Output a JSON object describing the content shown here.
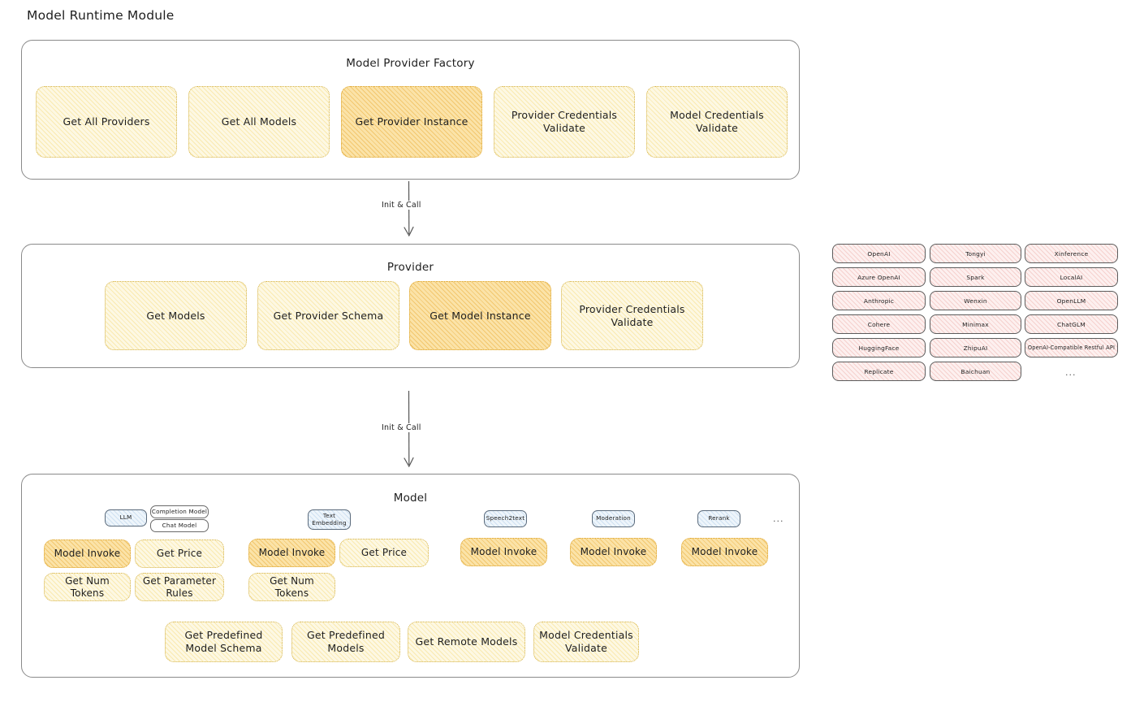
{
  "page": {
    "title": "Model Runtime Module"
  },
  "sections": {
    "factory": {
      "title": "Model Provider Factory",
      "nodes": [
        {
          "label": "Get All Providers",
          "highlight": false
        },
        {
          "label": "Get All Models",
          "highlight": false
        },
        {
          "label": "Get Provider Instance",
          "highlight": true
        },
        {
          "label": "Provider Credentials Validate",
          "highlight": false
        },
        {
          "label": "Model Credentials Validate",
          "highlight": false
        }
      ]
    },
    "provider": {
      "title": "Provider",
      "nodes": [
        {
          "label": "Get Models",
          "highlight": false
        },
        {
          "label": "Get Provider Schema",
          "highlight": false
        },
        {
          "label": "Get Model Instance",
          "highlight": true
        },
        {
          "label": "Provider Credentials Validate",
          "highlight": false
        }
      ]
    },
    "model": {
      "title": "Model",
      "capabilities": [
        {
          "badge": "LLM",
          "sub_badges": [
            "Completion Model",
            "Chat Model"
          ],
          "methods": [
            {
              "label": "Model Invoke",
              "highlight": true
            },
            {
              "label": "Get Price",
              "highlight": false
            },
            {
              "label": "Get Num Tokens",
              "highlight": false
            },
            {
              "label": "Get Parameter Rules",
              "highlight": false
            }
          ]
        },
        {
          "badge": "Text Embedding",
          "sub_badges": [],
          "methods": [
            {
              "label": "Model Invoke",
              "highlight": true
            },
            {
              "label": "Get Price",
              "highlight": false
            },
            {
              "label": "Get Num Tokens",
              "highlight": false
            }
          ]
        },
        {
          "badge": "Speech2text",
          "sub_badges": [],
          "methods": [
            {
              "label": "Model Invoke",
              "highlight": true
            }
          ]
        },
        {
          "badge": "Moderation",
          "sub_badges": [],
          "methods": [
            {
              "label": "Model Invoke",
              "highlight": true
            }
          ]
        },
        {
          "badge": "Rerank",
          "sub_badges": [],
          "methods": [
            {
              "label": "Model Invoke",
              "highlight": true
            }
          ]
        }
      ],
      "more_capabilities_mark": "...",
      "shared_methods": [
        {
          "label": "Get Predefined Model Schema",
          "highlight": false
        },
        {
          "label": "Get Predefined Models",
          "highlight": false
        },
        {
          "label": "Get Remote Models",
          "highlight": false
        },
        {
          "label": "Model Credentials Validate",
          "highlight": false
        }
      ]
    }
  },
  "arrows": [
    {
      "label": "Init & Call"
    },
    {
      "label": "Init & Call"
    }
  ],
  "provider_list": {
    "columns": [
      [
        "OpenAI",
        "Azure OpenAI",
        "Anthropic",
        "Cohere",
        "HuggingFace",
        "Replicate"
      ],
      [
        "Tongyi",
        "Spark",
        "Wenxin",
        "Minimax",
        "ZhipuAI",
        "Baichuan"
      ],
      [
        "Xinference",
        "LocalAI",
        "OpenLLM",
        "ChatGLM",
        "OpenAI-Compatible Restful API"
      ]
    ],
    "more_mark": "..."
  },
  "colors": {
    "node_fill": "#fdf8e3",
    "node_highlight_fill": "#fbe3a8",
    "pill_fill": "#fdf0ef",
    "badge_fill": "#eef5fb",
    "stroke": "#1e1e1e"
  }
}
